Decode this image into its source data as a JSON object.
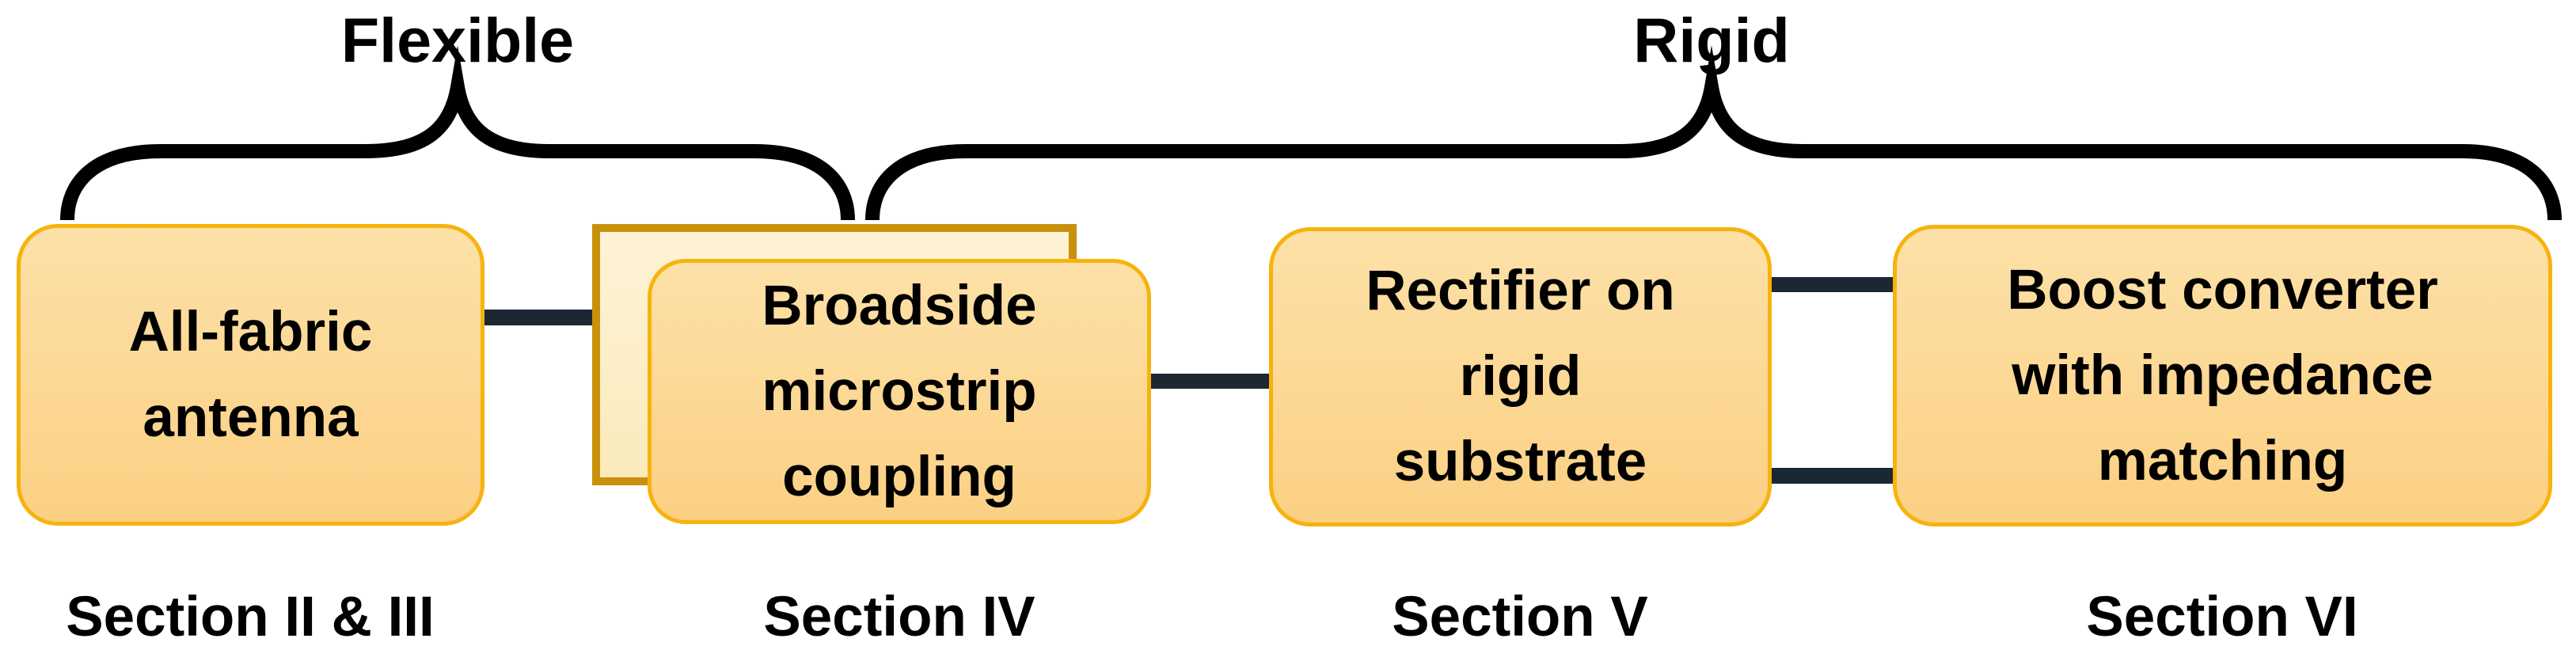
{
  "groups": [
    {
      "label": "Flexible"
    },
    {
      "label": "Rigid"
    }
  ],
  "blocks": [
    {
      "lines": [
        "All-fabric",
        "antenna"
      ],
      "section": "Section II & III"
    },
    {
      "lines": [
        "Broadside",
        "microstrip",
        "coupling"
      ],
      "section": "Section IV"
    },
    {
      "lines": [
        "Rectifier on",
        "rigid",
        "substrate"
      ],
      "section": "Section V"
    },
    {
      "lines": [
        "Boost converter",
        "with impedance",
        "matching"
      ],
      "section": "Section VI"
    }
  ],
  "colors": {
    "box_border": "#F7B30D",
    "box_fill_top": "#FDE1A8",
    "box_fill_bottom": "#FBD083",
    "back_border": "#C8900B",
    "back_fill_top": "#FDF3D6",
    "back_fill_bottom": "#FAEABB",
    "connector": "#1B2733",
    "brace": "#000000",
    "text": "#000000",
    "background": "#FFFFFF"
  }
}
